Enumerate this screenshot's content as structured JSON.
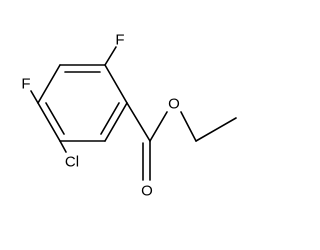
{
  "molecule": {
    "atoms": {
      "fluorine_top": "F",
      "fluorine_left": "F",
      "chlorine": "Cl",
      "carbonyl_oxygen": "O",
      "ester_oxygen": "O"
    }
  }
}
